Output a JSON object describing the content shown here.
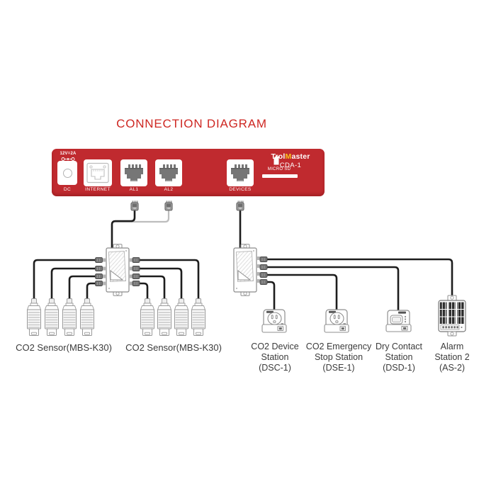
{
  "title": "CONNECTION DIAGRAM",
  "panel": {
    "brand": {
      "pre": "Trol",
      "mid": "M",
      "post": "aster"
    },
    "model": "CDA-1",
    "power_rating": "12V=2A",
    "port_dc": "DC",
    "port_internet": "INTERNET",
    "port_al1": "AL1",
    "port_al2": "AL2",
    "port_devices": "DEVICES",
    "micro_sd": "MICRO SD"
  },
  "devices": {
    "sensor_group_left": "CO2 Sensor(MBS-K30)",
    "sensor_group_right": "CO2 Sensor(MBS-K30)",
    "station_dsc": {
      "line1": "CO2 Device",
      "line2": "Station",
      "line3": "(DSC-1)"
    },
    "station_dse": {
      "line1": "CO2 Emergency",
      "line2": "Stop Station",
      "line3": "(DSE-1)"
    },
    "station_dsd": {
      "line1": "Dry Contact",
      "line2": "Station",
      "line3": "(DSD-1)"
    },
    "station_as2": {
      "line1": "Alarm",
      "line2": "Station 2",
      "line3": "(AS-2)"
    }
  },
  "connections": [
    {
      "from": "AL1",
      "to": "splitter-hub-left",
      "cable": "black"
    },
    {
      "from": "AL2",
      "to": "splitter-hub-left",
      "cable": "gray"
    },
    {
      "from": "splitter-hub-left",
      "to": "CO2 Sensor(MBS-K30) x4 left group"
    },
    {
      "from": "splitter-hub-left",
      "to": "CO2 Sensor(MBS-K30) x4 right group"
    },
    {
      "from": "DEVICES",
      "to": "splitter-hub-right",
      "cable": "black"
    },
    {
      "from": "splitter-hub-right",
      "to": "CO2 Device Station (DSC-1)"
    },
    {
      "from": "splitter-hub-right",
      "to": "CO2 Emergency Stop Station (DSE-1)"
    },
    {
      "from": "splitter-hub-right",
      "to": "Dry Contact Station (DSD-1)"
    },
    {
      "from": "splitter-hub-right",
      "to": "Alarm Station 2 (AS-2)"
    }
  ],
  "colors": {
    "panel_red": "#c02a2f",
    "title_red": "#ce2722",
    "brand_yellow": "#f6c21a",
    "cable_black": "#1d1d1d",
    "cable_gray": "#bdbdbd",
    "outline_gray": "#999999",
    "label_text": "#3b3b3b"
  }
}
